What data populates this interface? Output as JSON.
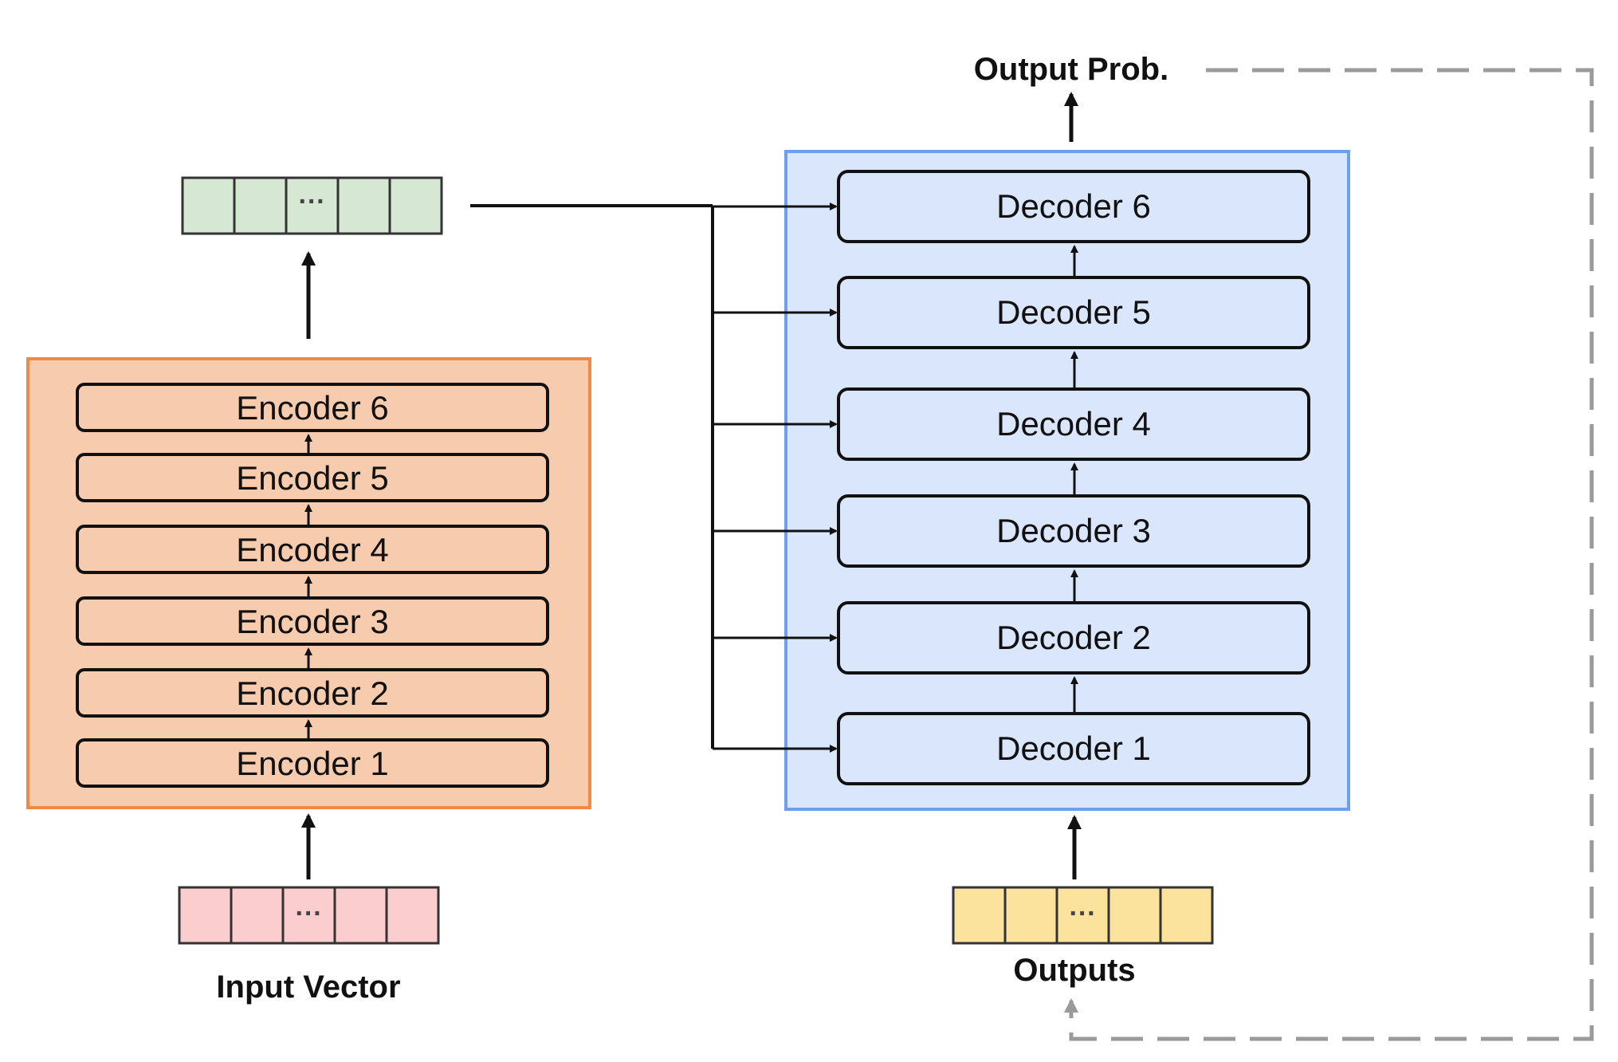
{
  "encoder": {
    "layers": [
      "Encoder 6",
      "Encoder 5",
      "Encoder 4",
      "Encoder 3",
      "Encoder 2",
      "Encoder 1"
    ],
    "box_fill": "#f7cbae",
    "box_border": "#ee8a45"
  },
  "decoder": {
    "layers": [
      "Decoder 6",
      "Decoder 5",
      "Decoder 4",
      "Decoder 3",
      "Decoder 2",
      "Decoder 1"
    ],
    "box_fill": "#dae6fb",
    "box_border": "#6f9eee"
  },
  "vectors": {
    "encoded": {
      "fill": "#d6e8d4",
      "ellipsis": "···"
    },
    "input": {
      "fill": "#fccdcf",
      "ellipsis": "···",
      "label": "Input Vector"
    },
    "outputs": {
      "fill": "#fbe39e",
      "ellipsis": "···",
      "label": "Outputs"
    }
  },
  "output_label": "Output Prob."
}
